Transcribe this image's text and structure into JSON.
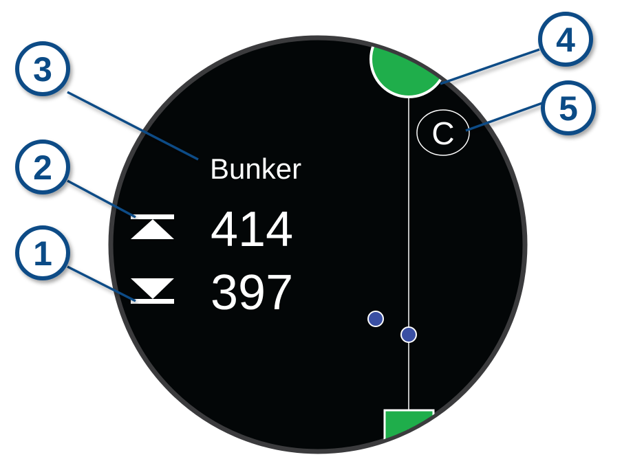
{
  "screen": {
    "hazard_label": "Bunker",
    "far_distance": "414",
    "near_distance": "397",
    "layup_marker": "C"
  },
  "callouts": [
    "1",
    "2",
    "3",
    "4",
    "5"
  ],
  "colors": {
    "screen_bg": "#030607",
    "bezel": "#3b3b3d",
    "green": "#1fae4b",
    "dot": "#3a4fa3",
    "callout": "#0b4b86"
  }
}
